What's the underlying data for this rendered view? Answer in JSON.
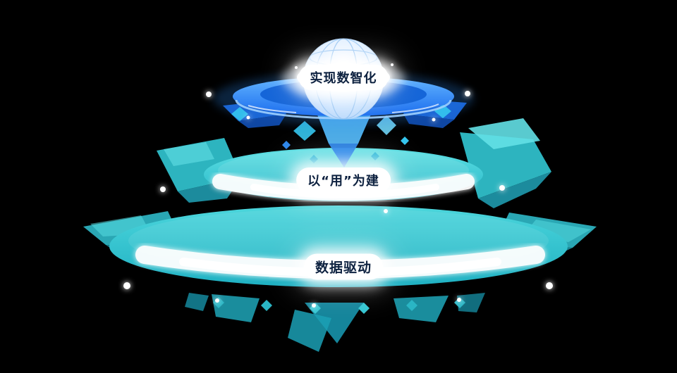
{
  "diagram": {
    "type": "layered-platform-pyramid",
    "background_color": "#000000",
    "layers": [
      {
        "id": "top",
        "label": "实现数智化",
        "accent_color": "#2e8bf5"
      },
      {
        "id": "middle",
        "label": "以“用”为建",
        "accent_color": "#35c9d3"
      },
      {
        "id": "bottom",
        "label": "数据驱动",
        "accent_color": "#28bcc9"
      }
    ],
    "decorations": {
      "globe": "wireframe-globe-dome",
      "dot_color": "#ffffff",
      "shard_colors": [
        "#4fb3f2",
        "#2d86ea",
        "#35c6ee",
        "#31c3cf",
        "#1fa3b8"
      ]
    }
  }
}
